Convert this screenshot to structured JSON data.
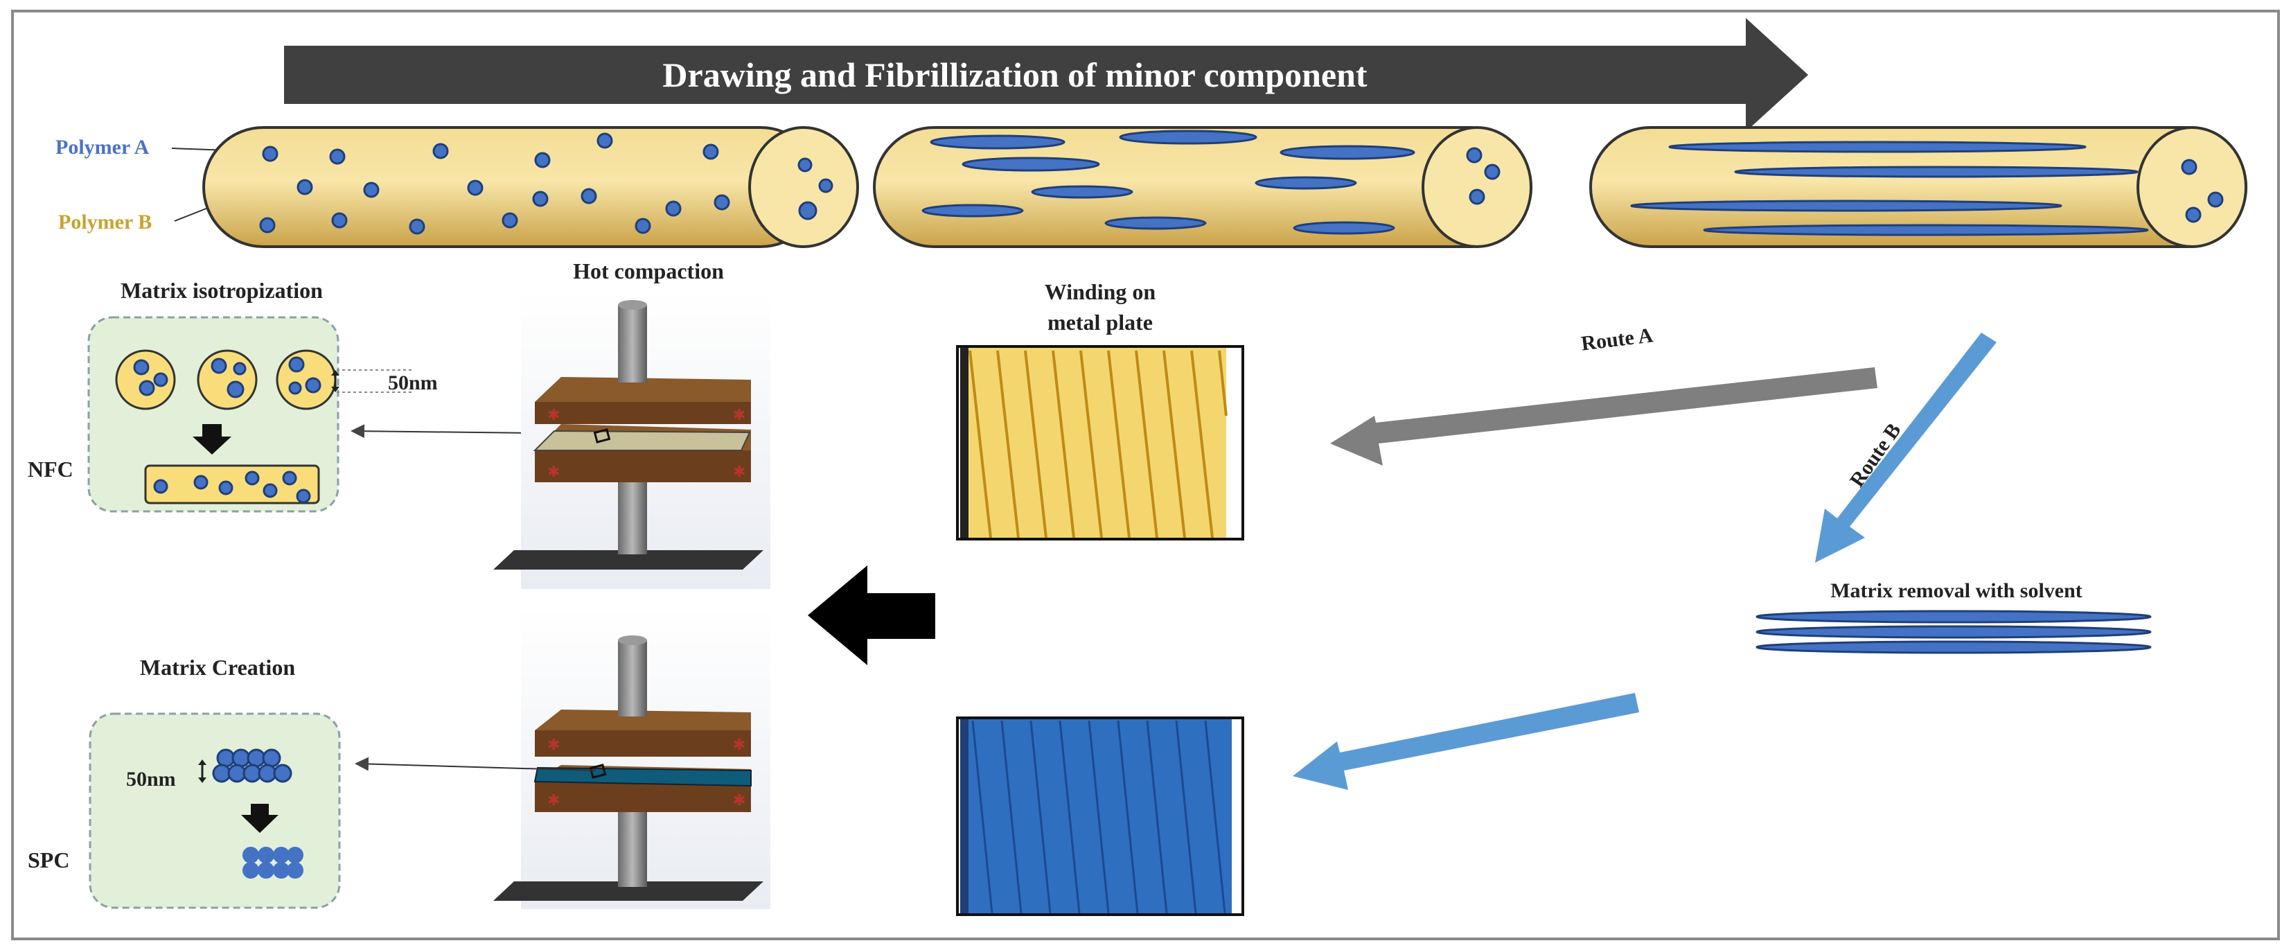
{
  "banner": {
    "text": "Drawing and Fibrillization of minor component"
  },
  "legend": {
    "polymer_a": "Polymer A",
    "polymer_b": "Polymer B"
  },
  "labels": {
    "matrix_isotropization": "Matrix isotropization",
    "hot_compaction": "Hot compaction",
    "winding": [
      "Winding on",
      "metal plate"
    ],
    "route_a": "Route A",
    "route_b": "Route B",
    "matrix_removal": "Matrix removal with solvent",
    "matrix_creation": "Matrix Creation",
    "scale_top": "50nm",
    "scale_bottom": "50nm",
    "nfc": "NFC",
    "spc": "SPC"
  },
  "colors": {
    "gold": "#f5dc86",
    "gold_dark": "#d4a93a",
    "blue": "#4472c4",
    "blue_dark": "#1f3f7a",
    "arrow_grey": "#7f7f7f",
    "arrow_blue": "#5b9bd5",
    "banner": "#404040",
    "plate_brown": "#6b3f1e",
    "panel_green": "#e2f0d9"
  }
}
